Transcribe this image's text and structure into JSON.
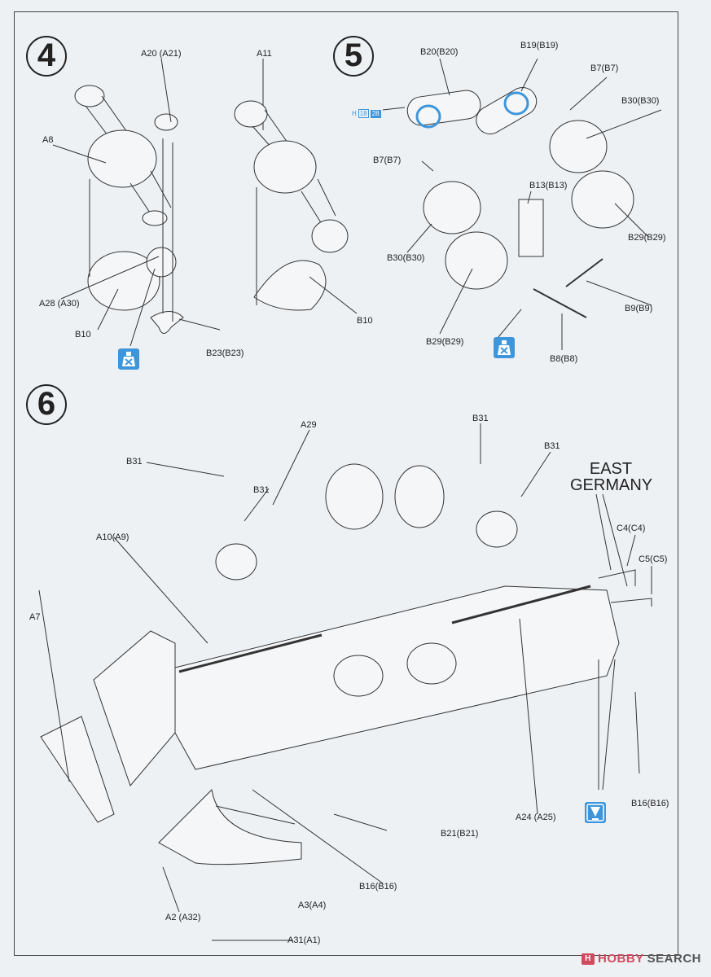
{
  "steps": {
    "step4": {
      "number": "4",
      "labels": {
        "a20": "A20 (A21)",
        "a11": "A11",
        "a8": "A8",
        "a28": "A28 (A30)",
        "b10_left": "B10",
        "b10_right": "B10",
        "b23": "B23(B23)"
      },
      "icon": "cement-bottle-icon"
    },
    "step5": {
      "number": "5",
      "labels": {
        "b20": "B20(B20)",
        "b19": "B19(B19)",
        "b7_right": "B7(B7)",
        "b30_right": "B30(B30)",
        "b7_left": "B7(B7)",
        "b13": "B13(B13)",
        "b30_left": "B30(B30)",
        "b29_right": "B29(B29)",
        "b9": "B9(B9)",
        "b29_left": "B29(B29)",
        "b8": "B8(B8)"
      },
      "paint_ref": {
        "prefix": "H",
        "code1": "18",
        "code2": "28"
      },
      "icon": "cement-bottle-icon"
    },
    "step6": {
      "number": "6",
      "labels": {
        "a29": "A29",
        "b31_a": "B31",
        "b31_b": "B31",
        "b31_c": "B31",
        "b31_d": "B31",
        "a10": "A10(A9)",
        "a7": "A7",
        "c4": "C4(C4)",
        "c5": "C5(C5)",
        "b21": "B21(B21)",
        "a24": "A24 (A25)",
        "b16_right": "B16(B16)",
        "b16_left": "B16(B16)",
        "a3": "A3(A4)",
        "a2": "A2 (A32)",
        "a31": "A31(A1)"
      },
      "variant_note": "EAST GERMANY",
      "icon": "drill-hole-icon"
    }
  },
  "watermark": {
    "logo": "H",
    "brand_a": "HOBBY",
    "brand_b": "SEARCH"
  },
  "colors": {
    "accent_blue": "#3d96dc",
    "line": "#333333",
    "paper": "#eef1f4",
    "watermark_red": "#d24a5d"
  }
}
